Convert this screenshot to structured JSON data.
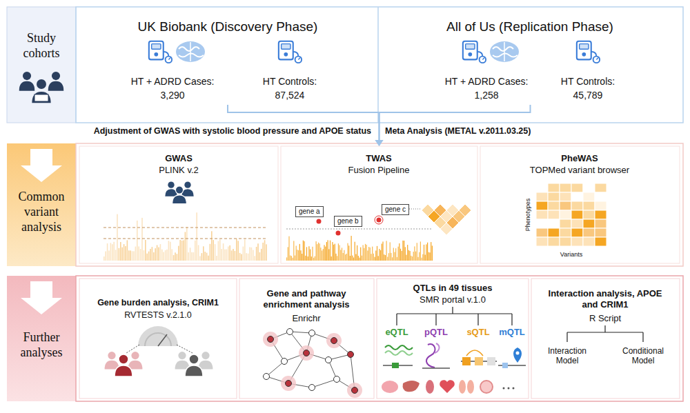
{
  "diagram": {
    "nodes": [
      {
        "text": [
          "Study cohorts"
        ]
      },
      {
        "text": [
          "UK Biobank (Discovery Phase)",
          "HT + ADRD Cases: 3,290",
          "HT Controls: 87,524"
        ]
      },
      {
        "text": [
          "All of Us (Replication Phase)",
          "HT + ADRD Cases: 1,258",
          "HT Controls: 45,789"
        ]
      },
      {
        "text": [
          "Common variant analysis"
        ]
      },
      {
        "text": [
          "GWAS",
          "PLINK v.2"
        ]
      },
      {
        "text": [
          "TWAS",
          "Fusion Pipeline"
        ]
      },
      {
        "text": [
          "gene a"
        ],
        "in": 5
      },
      {
        "text": [
          "gene b"
        ],
        "in": 5
      },
      {
        "text": [
          "gene c"
        ],
        "in": 5
      },
      {
        "text": [
          "PheWAS",
          "TOPMed variant browser"
        ]
      },
      {
        "text": [
          "Further analyses"
        ]
      },
      {
        "text": [
          "Gene burden analysis, CRIM1",
          "RVTESTS v.2.1.0"
        ]
      },
      {
        "text": [
          "Gene and pathway enrichment analysis",
          "Enrichr"
        ]
      },
      {
        "text": [
          "QTLs in 49 tissues",
          "SMR portal v.1.0"
        ]
      },
      {
        "text": [
          "Interaction analysis, APOE and CRIM1",
          "R Script"
        ]
      }
    ],
    "edges": [
      {
        "from": 1,
        "to": 5,
        "arrow": "to"
      },
      {
        "from": 2,
        "to": 5,
        "arrow": "to"
      }
    ],
    "labels": [
      "Adjustment of GWAS with systolic blood pressure and APOE status",
      "Meta Analysis (METAL v.2011.03.25)",
      "Phenotypes",
      "Variants",
      "eQTL",
      "pQTL",
      "sQTL",
      "mQTL",
      "Interaction Model",
      "Conditional Model"
    ]
  }
}
